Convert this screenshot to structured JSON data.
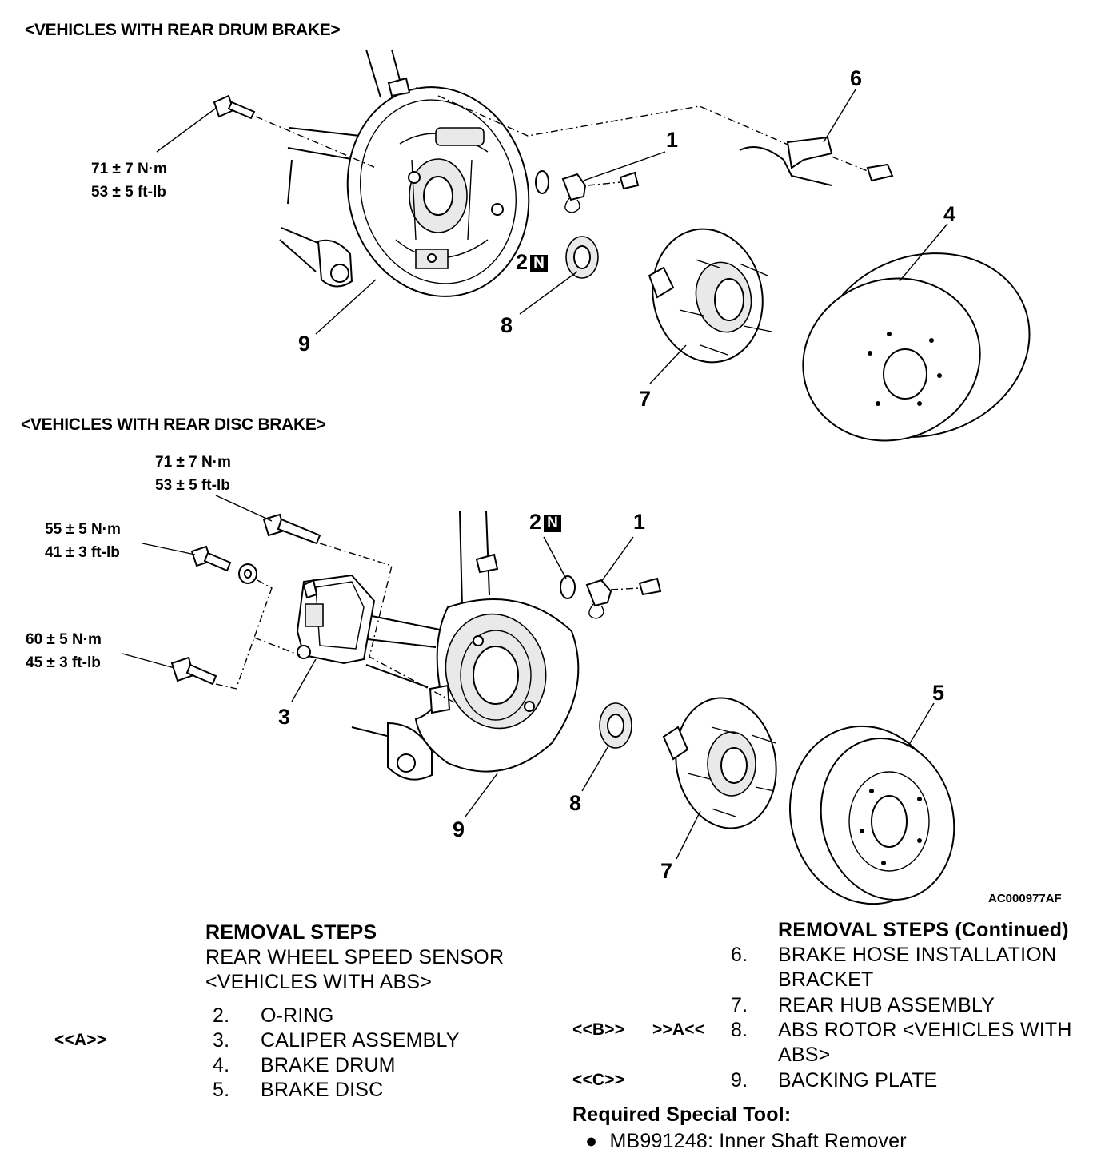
{
  "sections": {
    "drum_header": "<VEHICLES WITH REAR DRUM BRAKE>",
    "disc_header": "<VEHICLES WITH REAR DISC BRAKE>"
  },
  "drum": {
    "callouts": [
      "1",
      "2",
      "4",
      "6",
      "7",
      "8",
      "9"
    ],
    "n_mark": "N",
    "torque": {
      "metric": "71 ± 7 N·m",
      "imperial": "53 ± 5 ft-lb"
    }
  },
  "disc": {
    "callouts": [
      "1",
      "2",
      "3",
      "5",
      "7",
      "8",
      "9"
    ],
    "n_mark": "N",
    "torque_top": {
      "metric": "71 ± 7 N·m",
      "imperial": "53 ± 5 ft-lb"
    },
    "torque_mid": {
      "metric": "55 ± 5 N·m",
      "imperial": "41 ± 3 ft-lb"
    },
    "torque_low": {
      "metric": "60 ± 5 N·m",
      "imperial": "45 ± 3 ft-lb"
    }
  },
  "figure_code": "AC000977AF",
  "removal_steps": {
    "title": "REMOVAL STEPS",
    "sensor_line1": "REAR WHEEL SPEED SENSOR",
    "sensor_line2": "<VEHICLES WITH ABS>",
    "steps": [
      {
        "marker": "",
        "num": "2.",
        "text": "O-RING"
      },
      {
        "marker": "<<A>>",
        "num": "3.",
        "text": "CALIPER ASSEMBLY"
      },
      {
        "marker": "",
        "num": "4.",
        "text": "BRAKE DRUM"
      },
      {
        "marker": "",
        "num": "5.",
        "text": "BRAKE DISC"
      }
    ]
  },
  "removal_steps_continued": {
    "title": "REMOVAL STEPS (Continued)",
    "steps": [
      {
        "marker_left": "",
        "marker_right": "",
        "num": "6.",
        "line1": "BRAKE HOSE INSTALLATION",
        "line2": "BRACKET"
      },
      {
        "marker_left": "",
        "marker_right": "",
        "num": "7.",
        "line1": "REAR HUB ASSEMBLY",
        "line2": ""
      },
      {
        "marker_left": "<<B>>",
        "marker_right": ">>A<<",
        "num": "8.",
        "line1": "ABS ROTOR <VEHICLES WITH",
        "line2": "ABS>"
      },
      {
        "marker_left": "<<C>>",
        "marker_right": "",
        "num": "9.",
        "line1": "BACKING PLATE",
        "line2": ""
      }
    ]
  },
  "special_tool": {
    "title": "Required Special Tool:",
    "items": [
      "MB991248: Inner Shaft Remover"
    ]
  }
}
